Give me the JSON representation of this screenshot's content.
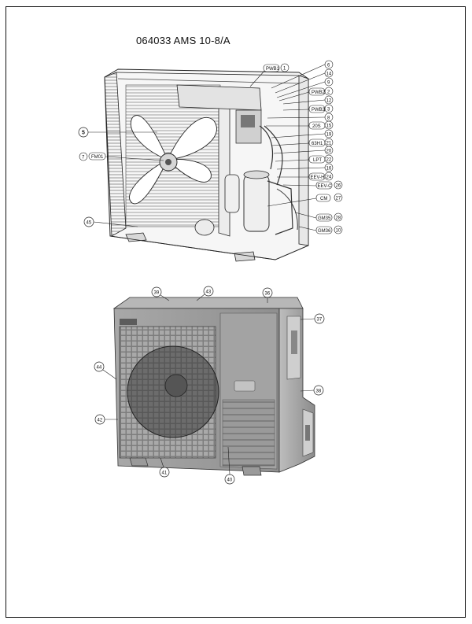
{
  "title": "064033 AMS 10-8/A",
  "diagram1": {
    "callouts": [
      {
        "code": "PWB1",
        "num": "1"
      },
      {
        "num": "6"
      },
      {
        "num": "14"
      },
      {
        "num": "9"
      },
      {
        "code": "PWB2",
        "num": "2"
      },
      {
        "num": "12"
      },
      {
        "code": "PWB3",
        "num": "3"
      },
      {
        "num": "8"
      },
      {
        "code": "20S",
        "num": "15"
      },
      {
        "num": "19"
      },
      {
        "code": "63H1",
        "num": "21"
      },
      {
        "num": "20"
      },
      {
        "code": "LPT",
        "num": "22"
      },
      {
        "num": "16"
      },
      {
        "code": "EEV-H",
        "num": "24"
      },
      {
        "code": "EEV-C",
        "num": "26"
      },
      {
        "code": "CM",
        "num": "27"
      },
      {
        "code": "GM35",
        "num": "28"
      },
      {
        "code": "GM36",
        "num": "10"
      }
    ],
    "left_callouts": [
      {
        "num": "5"
      },
      {
        "num": "7",
        "code": "FM01"
      },
      {
        "num": "45"
      }
    ]
  },
  "diagram2": {
    "callouts": [
      "39",
      "43",
      "36",
      "37",
      "44",
      "38",
      "42",
      "41",
      "40"
    ]
  }
}
